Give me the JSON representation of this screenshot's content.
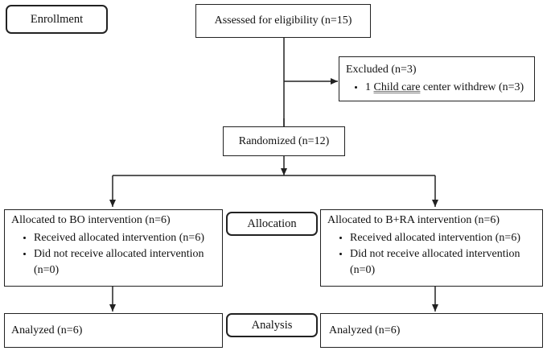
{
  "stages": {
    "enrollment": "Enrollment",
    "allocation": "Allocation",
    "analysis": "Analysis"
  },
  "assessed": "Assessed for eligibility (n=15)",
  "excluded": {
    "title": "Excluded (n=3)",
    "bullet_prefix": "1 ",
    "bullet_link": "Child care",
    "bullet_suffix": " center withdrew (n=3)"
  },
  "randomized": "Randomized (n=12)",
  "left_arm": {
    "title": "Allocated to BO intervention (n=6)",
    "items": [
      "Received allocated intervention (n=6)",
      "Did not receive allocated intervention (n=0)"
    ],
    "analyzed": "Analyzed (n=6)"
  },
  "right_arm": {
    "title": "Allocated to B+RA intervention (n=6)",
    "items": [
      "Received allocated intervention (n=6)",
      "Did not receive allocated intervention (n=0)"
    ],
    "analyzed": "Analyzed (n=6)"
  }
}
